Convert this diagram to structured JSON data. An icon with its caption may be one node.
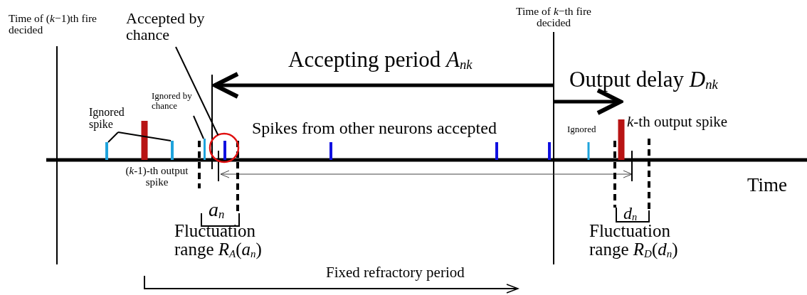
{
  "diagram": {
    "nodes": [
      {
        "text": [
          "Ignored spike"
        ]
      },
      {
        "text": [],
        "shape": "bar"
      },
      {
        "text": [],
        "shape": "bar"
      },
      {
        "text": [
          "Accepted by chance"
        ]
      },
      {
        "text": [],
        "shape": "circle"
      },
      {
        "text": [
          "Ignored by chance"
        ]
      },
      {
        "text": [],
        "shape": "bar"
      }
    ],
    "edges": [
      {
        "from": 0,
        "to": 1,
        "arrow": "none"
      },
      {
        "from": 0,
        "to": 2,
        "arrow": "none"
      },
      {
        "from": 3,
        "to": 4,
        "arrow": "none"
      },
      {
        "from": 5,
        "to": 6,
        "arrow": "none"
      }
    ],
    "labels": [
      "Time of (*k*−1)th fire decided",
      "Time of *k*−th fire decided",
      "Accepting period *A*$_{nk}$",
      "Output delay *D*$_{nk}$",
      "Spikes from other neurons accepted",
      "Ignored",
      "*k*-th output spike",
      "(*k*-1)-th output spike",
      "Time",
      "*a*$_{n}$",
      "*d*$_{n}$",
      "Fluctuation range *R*$_{A}$(*a*$_{n}$)",
      "Fluctuation range *R*$_{D}$(*d*$_{n}$)",
      "Fixed refractory period"
    ]
  }
}
